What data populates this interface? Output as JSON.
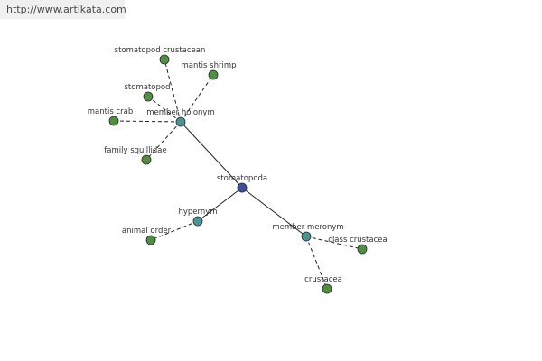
{
  "watermark": {
    "text": "http://www.artikata.com"
  },
  "colors": {
    "center": "#3a4fa0",
    "relation": "#4a9494",
    "leaf": "#4f8f3f",
    "node_stroke": "#2a2a2a",
    "edge": "#222222"
  },
  "graph": {
    "center": {
      "id": "stomatopoda",
      "label": "stomatopoda"
    },
    "relations": [
      {
        "id": "member-holonym",
        "label": "member holonym",
        "leaves": [
          {
            "id": "stomatopod-crustacean",
            "label": "stomatopod crustacean"
          },
          {
            "id": "mantis-shrimp",
            "label": "mantis shrimp"
          },
          {
            "id": "stomatopod",
            "label": "stomatopod"
          },
          {
            "id": "mantis-crab",
            "label": "mantis crab"
          },
          {
            "id": "family-squillidae",
            "label": "family squillidae"
          }
        ]
      },
      {
        "id": "hypernym",
        "label": "hypernym",
        "leaves": [
          {
            "id": "animal-order",
            "label": "animal order"
          }
        ]
      },
      {
        "id": "member-meronym",
        "label": "member meronym",
        "leaves": [
          {
            "id": "class-crustacea",
            "label": "class crustacea"
          },
          {
            "id": "crustacea",
            "label": "crustacea"
          }
        ]
      }
    ]
  }
}
